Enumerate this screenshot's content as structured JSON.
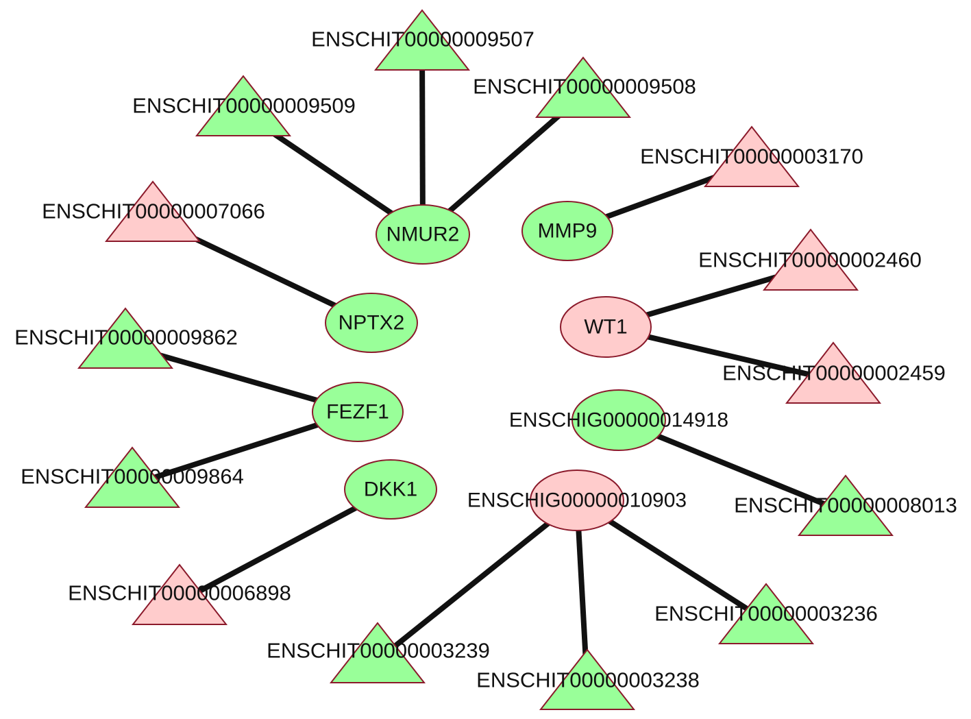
{
  "colors": {
    "up_regulated": "#99ff99",
    "down_regulated": "#ffcccc",
    "node_border": "#8b1a2b",
    "edge": "#111111"
  },
  "shapes": {
    "gene": "ellipse",
    "transcript": "triangle"
  },
  "genes": [
    {
      "id": "NMUR2",
      "label": "NMUR2",
      "color": "up_regulated"
    },
    {
      "id": "MMP9",
      "label": "MMP9",
      "color": "up_regulated"
    },
    {
      "id": "NPTX2",
      "label": "NPTX2",
      "color": "up_regulated"
    },
    {
      "id": "WT1",
      "label": "WT1",
      "color": "down_regulated"
    },
    {
      "id": "FEZF1",
      "label": "FEZF1",
      "color": "up_regulated"
    },
    {
      "id": "ENSCHIG00000014918",
      "label": "ENSCHIG00000014918",
      "color": "up_regulated"
    },
    {
      "id": "DKK1",
      "label": "DKK1",
      "color": "up_regulated"
    },
    {
      "id": "ENSCHIG00000010903",
      "label": "ENSCHIG00000010903",
      "color": "down_regulated"
    }
  ],
  "transcripts": [
    {
      "id": "ENSCHIT00000009507",
      "label": "ENSCHIT00000009507",
      "color": "up_regulated"
    },
    {
      "id": "ENSCHIT00000009508",
      "label": "ENSCHIT00000009508",
      "color": "up_regulated"
    },
    {
      "id": "ENSCHIT00000009509",
      "label": "ENSCHIT00000009509",
      "color": "up_regulated"
    },
    {
      "id": "ENSCHIT00000003170",
      "label": "ENSCHIT00000003170",
      "color": "down_regulated"
    },
    {
      "id": "ENSCHIT00000007066",
      "label": "ENSCHIT00000007066",
      "color": "down_regulated"
    },
    {
      "id": "ENSCHIT00000002460",
      "label": "ENSCHIT00000002460",
      "color": "down_regulated"
    },
    {
      "id": "ENSCHIT00000009862",
      "label": "ENSCHIT00000009862",
      "color": "up_regulated"
    },
    {
      "id": "ENSCHIT00000002459",
      "label": "ENSCHIT00000002459",
      "color": "down_regulated"
    },
    {
      "id": "ENSCHIT00000009864",
      "label": "ENSCHIT00000009864",
      "color": "up_regulated"
    },
    {
      "id": "ENSCHIT00000008013",
      "label": "ENSCHIT00000008013",
      "color": "up_regulated"
    },
    {
      "id": "ENSCHIT00000006898",
      "label": "ENSCHIT00000006898",
      "color": "down_regulated"
    },
    {
      "id": "ENSCHIT00000003236",
      "label": "ENSCHIT00000003236",
      "color": "up_regulated"
    },
    {
      "id": "ENSCHIT00000003239",
      "label": "ENSCHIT00000003239",
      "color": "up_regulated"
    },
    {
      "id": "ENSCHIT00000003238",
      "label": "ENSCHIT00000003238",
      "color": "up_regulated"
    }
  ],
  "edges": [
    {
      "from": "NMUR2",
      "to": "ENSCHIT00000009507"
    },
    {
      "from": "NMUR2",
      "to": "ENSCHIT00000009508"
    },
    {
      "from": "NMUR2",
      "to": "ENSCHIT00000009509"
    },
    {
      "from": "MMP9",
      "to": "ENSCHIT00000003170"
    },
    {
      "from": "NPTX2",
      "to": "ENSCHIT00000007066"
    },
    {
      "from": "WT1",
      "to": "ENSCHIT00000002460"
    },
    {
      "from": "WT1",
      "to": "ENSCHIT00000002459"
    },
    {
      "from": "FEZF1",
      "to": "ENSCHIT00000009862"
    },
    {
      "from": "FEZF1",
      "to": "ENSCHIT00000009864"
    },
    {
      "from": "ENSCHIG00000014918",
      "to": "ENSCHIT00000008013"
    },
    {
      "from": "DKK1",
      "to": "ENSCHIT00000006898"
    },
    {
      "from": "ENSCHIG00000010903",
      "to": "ENSCHIT00000003236"
    },
    {
      "from": "ENSCHIG00000010903",
      "to": "ENSCHIT00000003239"
    },
    {
      "from": "ENSCHIG00000010903",
      "to": "ENSCHIT00000003238"
    }
  ]
}
